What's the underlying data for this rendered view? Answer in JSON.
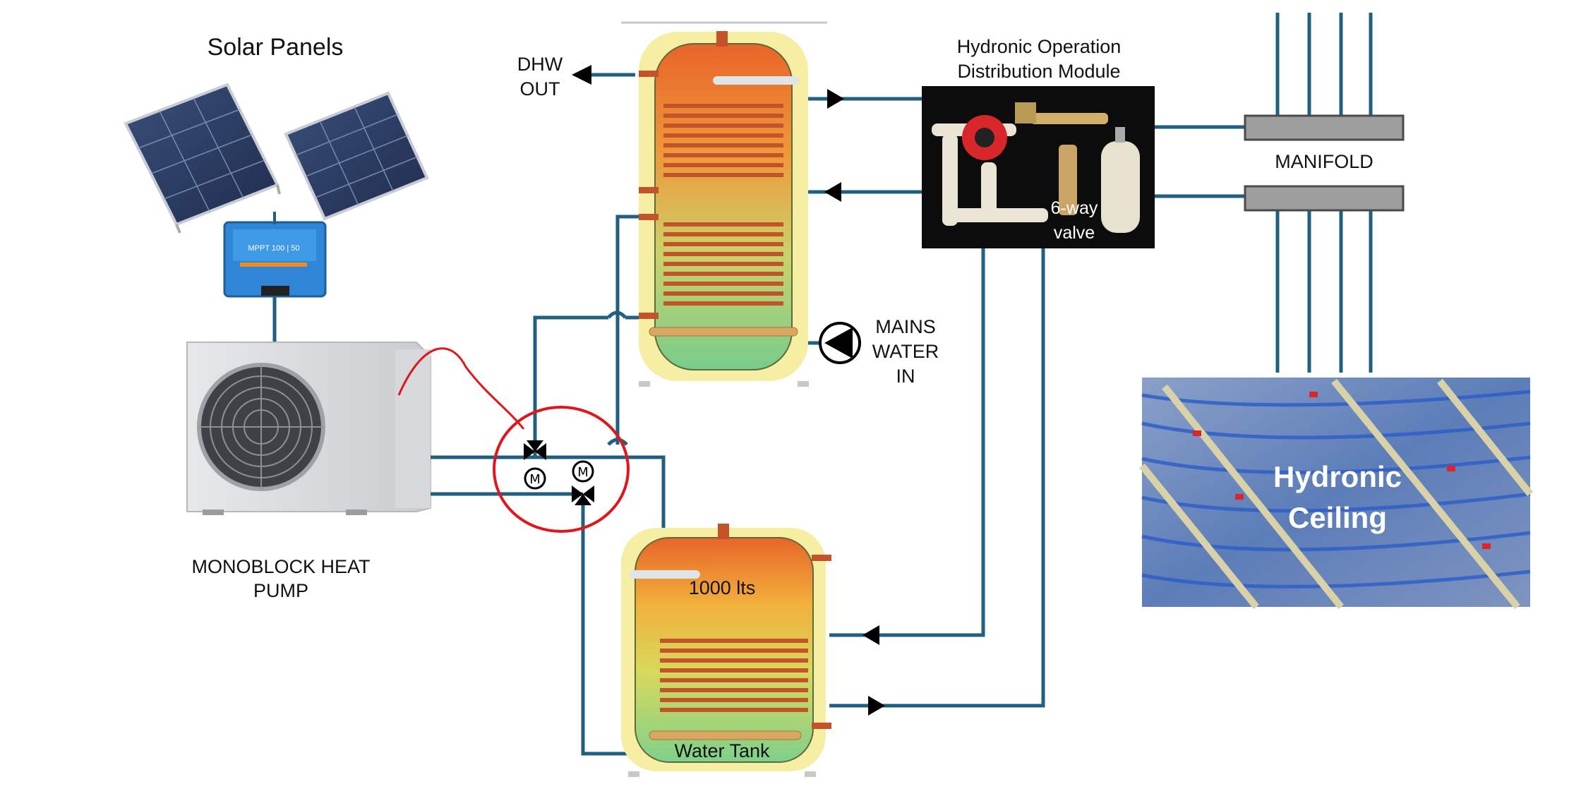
{
  "labels": {
    "solar_panels": "Solar Panels",
    "dhw_out_1": "DHW",
    "dhw_out_2": "OUT",
    "module_title_1": "Hydronic Operation",
    "module_title_2": "Distribution Module",
    "valve_1": "6-way",
    "valve_2": "valve",
    "manifold": "MANIFOLD",
    "mains_1": "MAINS",
    "mains_2": "WATER",
    "mains_3": "IN",
    "heat_pump_1": "MONOBLOCK  HEAT",
    "heat_pump_2": "PUMP",
    "tank_capacity": "1000 lts",
    "water_tank": "Water  Tank",
    "ceiling_1": "Hydronic",
    "ceiling_2": "Ceiling"
  },
  "controller_text": "MPPT 100 | 50",
  "colors": {
    "pipe": "#1f5f80",
    "highlight_circle": "#e0161b",
    "tank_outer": "#f6eea2",
    "tank_hot": "#e8772a",
    "tank_cold": "#7fcf8a",
    "coil": "#c2532b",
    "manifold_bar": "#9e9e9e",
    "controller": "#2a7fd4",
    "ceiling_bg": "#6f89b8"
  }
}
